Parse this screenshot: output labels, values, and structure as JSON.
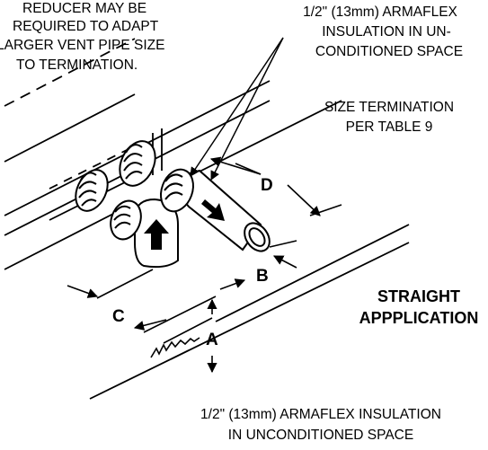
{
  "notes": {
    "reducer": [
      "REDUCER MAY BE",
      "REQUIRED TO ADAPT",
      "LARGER VENT PIPE SIZE",
      "TO TERMINATION."
    ],
    "insulation_top": [
      "1/2\" (13mm) ARMAFLEX",
      "INSULATION IN UN-",
      "CONDITIONED SPACE"
    ],
    "size_termination": [
      "SIZE TERMINATION",
      "PER TABLE 9"
    ],
    "insulation_bottom": [
      "1/2\" (13mm) ARMAFLEX INSULATION",
      "IN UNCONDITIONED SPACE"
    ]
  },
  "title": [
    "STRAIGHT",
    "APPPLICATION"
  ],
  "dimensions": {
    "a": "A",
    "b": "B",
    "c": "C",
    "d": "D"
  }
}
